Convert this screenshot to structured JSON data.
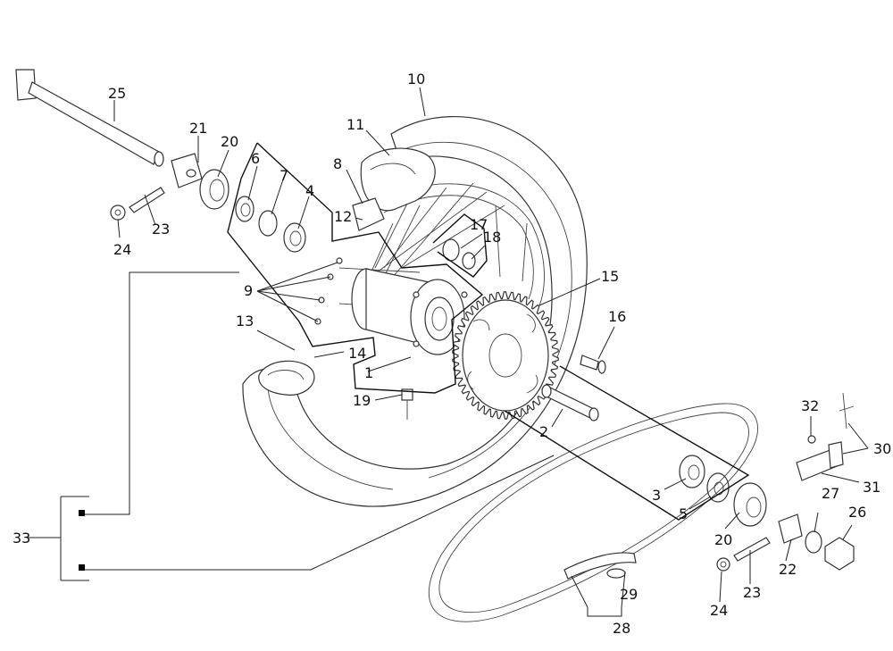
{
  "labels": [
    {
      "id": "1",
      "text": "1"
    },
    {
      "id": "2",
      "text": "2"
    },
    {
      "id": "3",
      "text": "3"
    },
    {
      "id": "4",
      "text": "4"
    },
    {
      "id": "5",
      "text": "5"
    },
    {
      "id": "6",
      "text": "6"
    },
    {
      "id": "7",
      "text": "7"
    },
    {
      "id": "8",
      "text": "8"
    },
    {
      "id": "9",
      "text": "9"
    },
    {
      "id": "10",
      "text": "10"
    },
    {
      "id": "11",
      "text": "11"
    },
    {
      "id": "12",
      "text": "12"
    },
    {
      "id": "13",
      "text": "13"
    },
    {
      "id": "14",
      "text": "14"
    },
    {
      "id": "15",
      "text": "15"
    },
    {
      "id": "16",
      "text": "16"
    },
    {
      "id": "17",
      "text": "17"
    },
    {
      "id": "18",
      "text": "18"
    },
    {
      "id": "19",
      "text": "19"
    },
    {
      "id": "20a",
      "text": "20"
    },
    {
      "id": "20b",
      "text": "20"
    },
    {
      "id": "21",
      "text": "21"
    },
    {
      "id": "22",
      "text": "22"
    },
    {
      "id": "23a",
      "text": "23"
    },
    {
      "id": "23b",
      "text": "23"
    },
    {
      "id": "24a",
      "text": "24"
    },
    {
      "id": "24b",
      "text": "24"
    },
    {
      "id": "25",
      "text": "25"
    },
    {
      "id": "26",
      "text": "26"
    },
    {
      "id": "27",
      "text": "27"
    },
    {
      "id": "28",
      "text": "28"
    },
    {
      "id": "29",
      "text": "29"
    },
    {
      "id": "30",
      "text": "30"
    },
    {
      "id": "31",
      "text": "31"
    },
    {
      "id": "32",
      "text": "32"
    },
    {
      "id": "33",
      "text": "33"
    }
  ]
}
